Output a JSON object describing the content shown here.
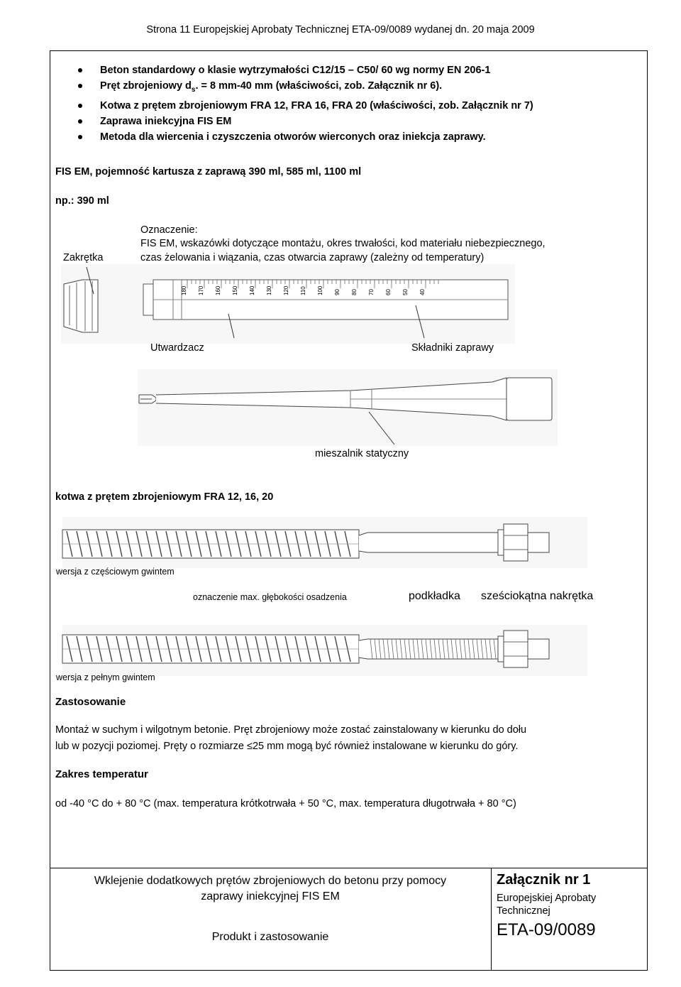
{
  "header": {
    "text": "Strona 11 Europejskiej Aprobaty Technicznej ETA-09/0089 wydanej dn. 20 maja 2009"
  },
  "bullets": [
    {
      "text": "Beton standardowy o klasie wytrzymałości C12/15 – C50/ 60 wg normy EN 206-1"
    },
    {
      "pre": "Pręt zbrojeniowy d",
      "sub": "s",
      "post": ". = 8 mm-40 mm (właściwości, zob. Załącznik nr 6)."
    },
    {
      "text": "Kotwa z prętem zbrojeniowym FRA 12, FRA 16, FRA 20 (właściwości, zob. Załącznik nr 7)"
    },
    {
      "text": "Zaprawa iniekcyjna FIS EM"
    },
    {
      "text": "Metoda dla wiercenia i czyszczenia otworów wierconych oraz iniekcja zaprawy."
    }
  ],
  "cartridge": {
    "heading": "FIS EM, pojemność kartusza z zaprawą 390 ml, 585 ml, 1100 ml",
    "example": "np.: 390 ml",
    "cap_label": "Zakrętka",
    "marking_title": "Oznaczenie:",
    "marking_line1": "FIS EM, wskazówki dotyczące montażu, okres trwałości, kod materiału niebezpiecznego,",
    "marking_line2": "czas żelowania i wiązania, czas otwarcia zaprawy (zależny od temperatury)",
    "scale_ticks": [
      "180",
      "170",
      "160",
      "150",
      "140",
      "130",
      "120",
      "110",
      "100",
      "90",
      "80",
      "70",
      "60",
      "50",
      "40"
    ],
    "hardener_label": "Utwardzacz",
    "components_label": "Składniki zaprawy"
  },
  "mixer": {
    "label": "mieszalnik statyczny"
  },
  "anchor": {
    "heading": "kotwa z prętem zbrojeniowym FRA 12, 16, 20",
    "partial_label": "wersja z częściowym gwintem",
    "depth_label": "oznaczenie max. głębokości osadzenia",
    "washer_label": "podkładka",
    "nut_label": "sześciokątna nakrętka",
    "full_label": "wersja z pełnym gwintem"
  },
  "usage": {
    "heading": "Zastosowanie",
    "line1": "Montaż w suchym i wilgotnym betonie. Pręt zbrojeniowy może zostać zainstalowany w kierunku do dołu",
    "line2_a": "lub w pozycji poziomej. Pręty o rozmiarze ",
    "line2_sym": "≤",
    "line2_b": "25 mm mogą być również instalowane w kierunku do góry."
  },
  "temperature": {
    "heading": "Zakres temperatur",
    "text": "od -40 °C do + 80 °C (max. temperatura krótkotrwała + 50 °C, max. temperatura długotrwała + 80 °C)"
  },
  "footer": {
    "title_line1": "Wklejenie dodatkowych prętów zbrojeniowych do betonu przy pomocy",
    "title_line2": "zaprawy iniekcyjnej FIS EM",
    "subtitle": "Produkt i zastosowanie",
    "annex": "Załącznik nr 1",
    "approval_line1": "Europejskiej Aprobaty",
    "approval_line2": "Technicznej",
    "eta": "ETA-09/0089"
  }
}
